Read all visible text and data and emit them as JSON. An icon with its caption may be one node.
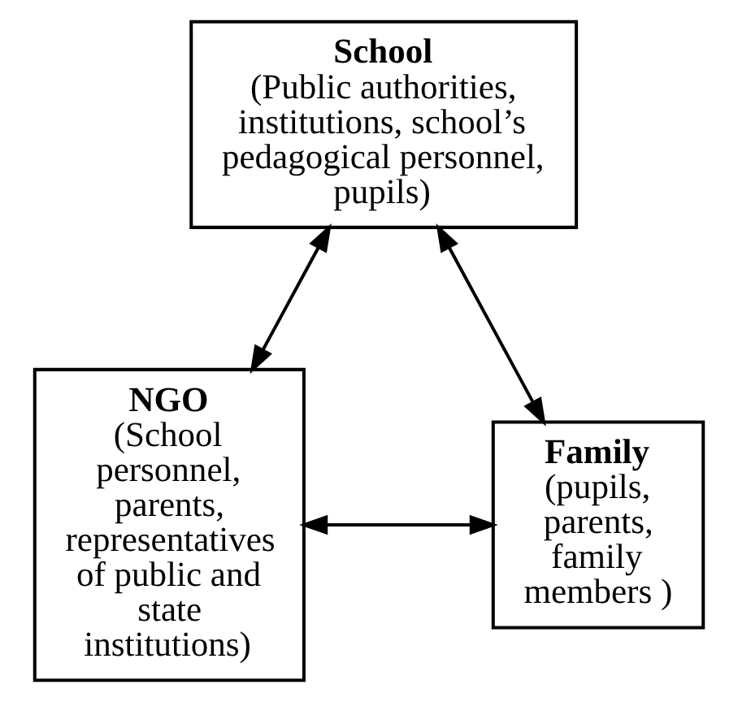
{
  "diagram": {
    "nodes": [
      {
        "text": [
          "School",
          "(Public authorities, institutions, school’s pedagogical personnel, pupils)"
        ]
      },
      {
        "text": [
          "NGO",
          "(School personnel, parents, representatives of public and state institutions)"
        ]
      },
      {
        "text": [
          "Family",
          "(pupils, parents, family members )"
        ]
      }
    ],
    "edges": [
      {
        "from": 0,
        "to": 1,
        "arrow": "both"
      },
      {
        "from": 0,
        "to": 2,
        "arrow": "both"
      },
      {
        "from": 1,
        "to": 2,
        "arrow": "both"
      }
    ]
  }
}
